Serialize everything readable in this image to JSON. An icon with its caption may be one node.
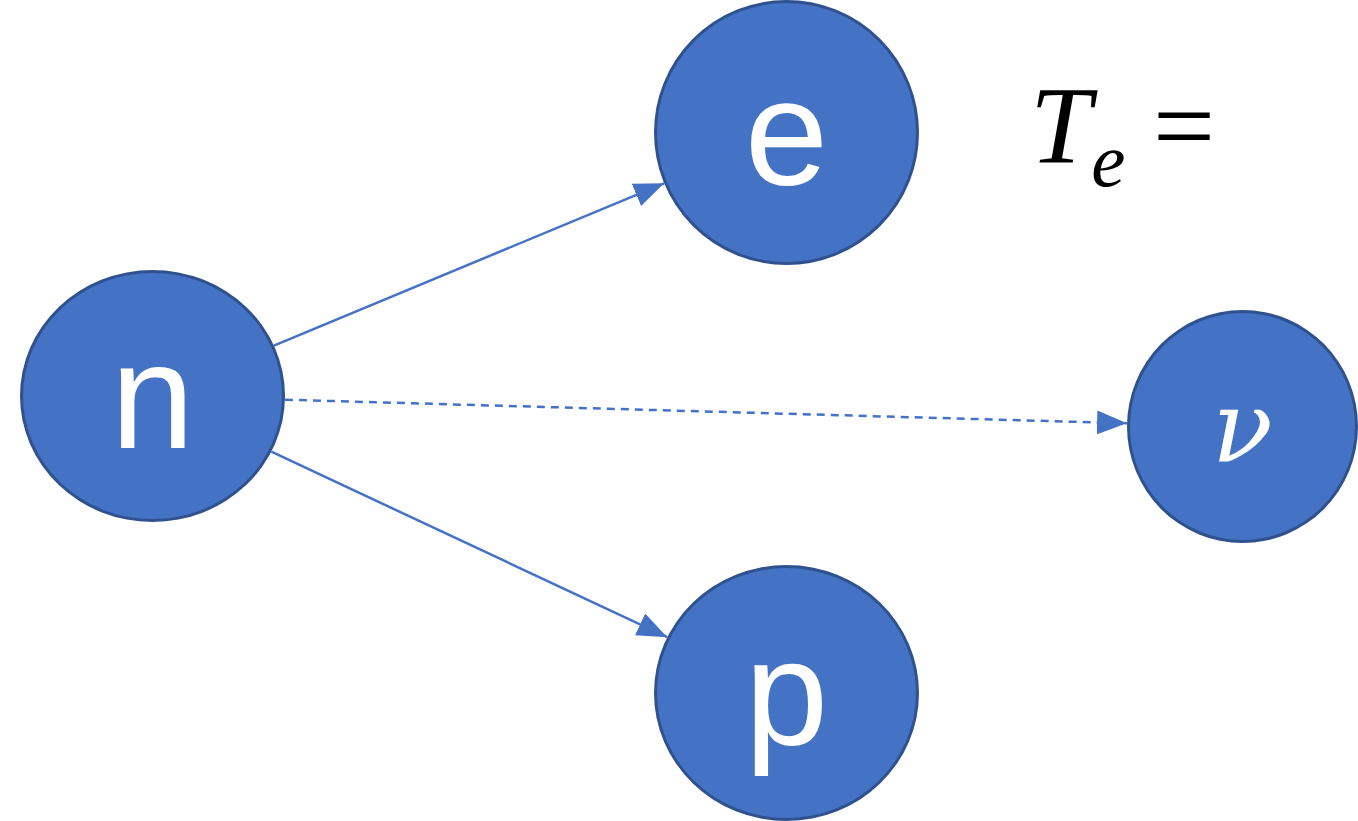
{
  "diagram": {
    "nodes": [
      {
        "text": [
          "n"
        ]
      },
      {
        "text": [
          "e"
        ]
      },
      {
        "text": [
          "ν"
        ]
      },
      {
        "text": [
          "p"
        ]
      }
    ],
    "edges": [
      {
        "from": 0,
        "to": 1,
        "arrow": "to"
      },
      {
        "from": 0,
        "to": 2,
        "arrow": "to",
        "style": "dashed"
      },
      {
        "from": 0,
        "to": 3,
        "arrow": "to"
      }
    ],
    "labels": [
      "*T*$_{e}$ ="
    ]
  }
}
